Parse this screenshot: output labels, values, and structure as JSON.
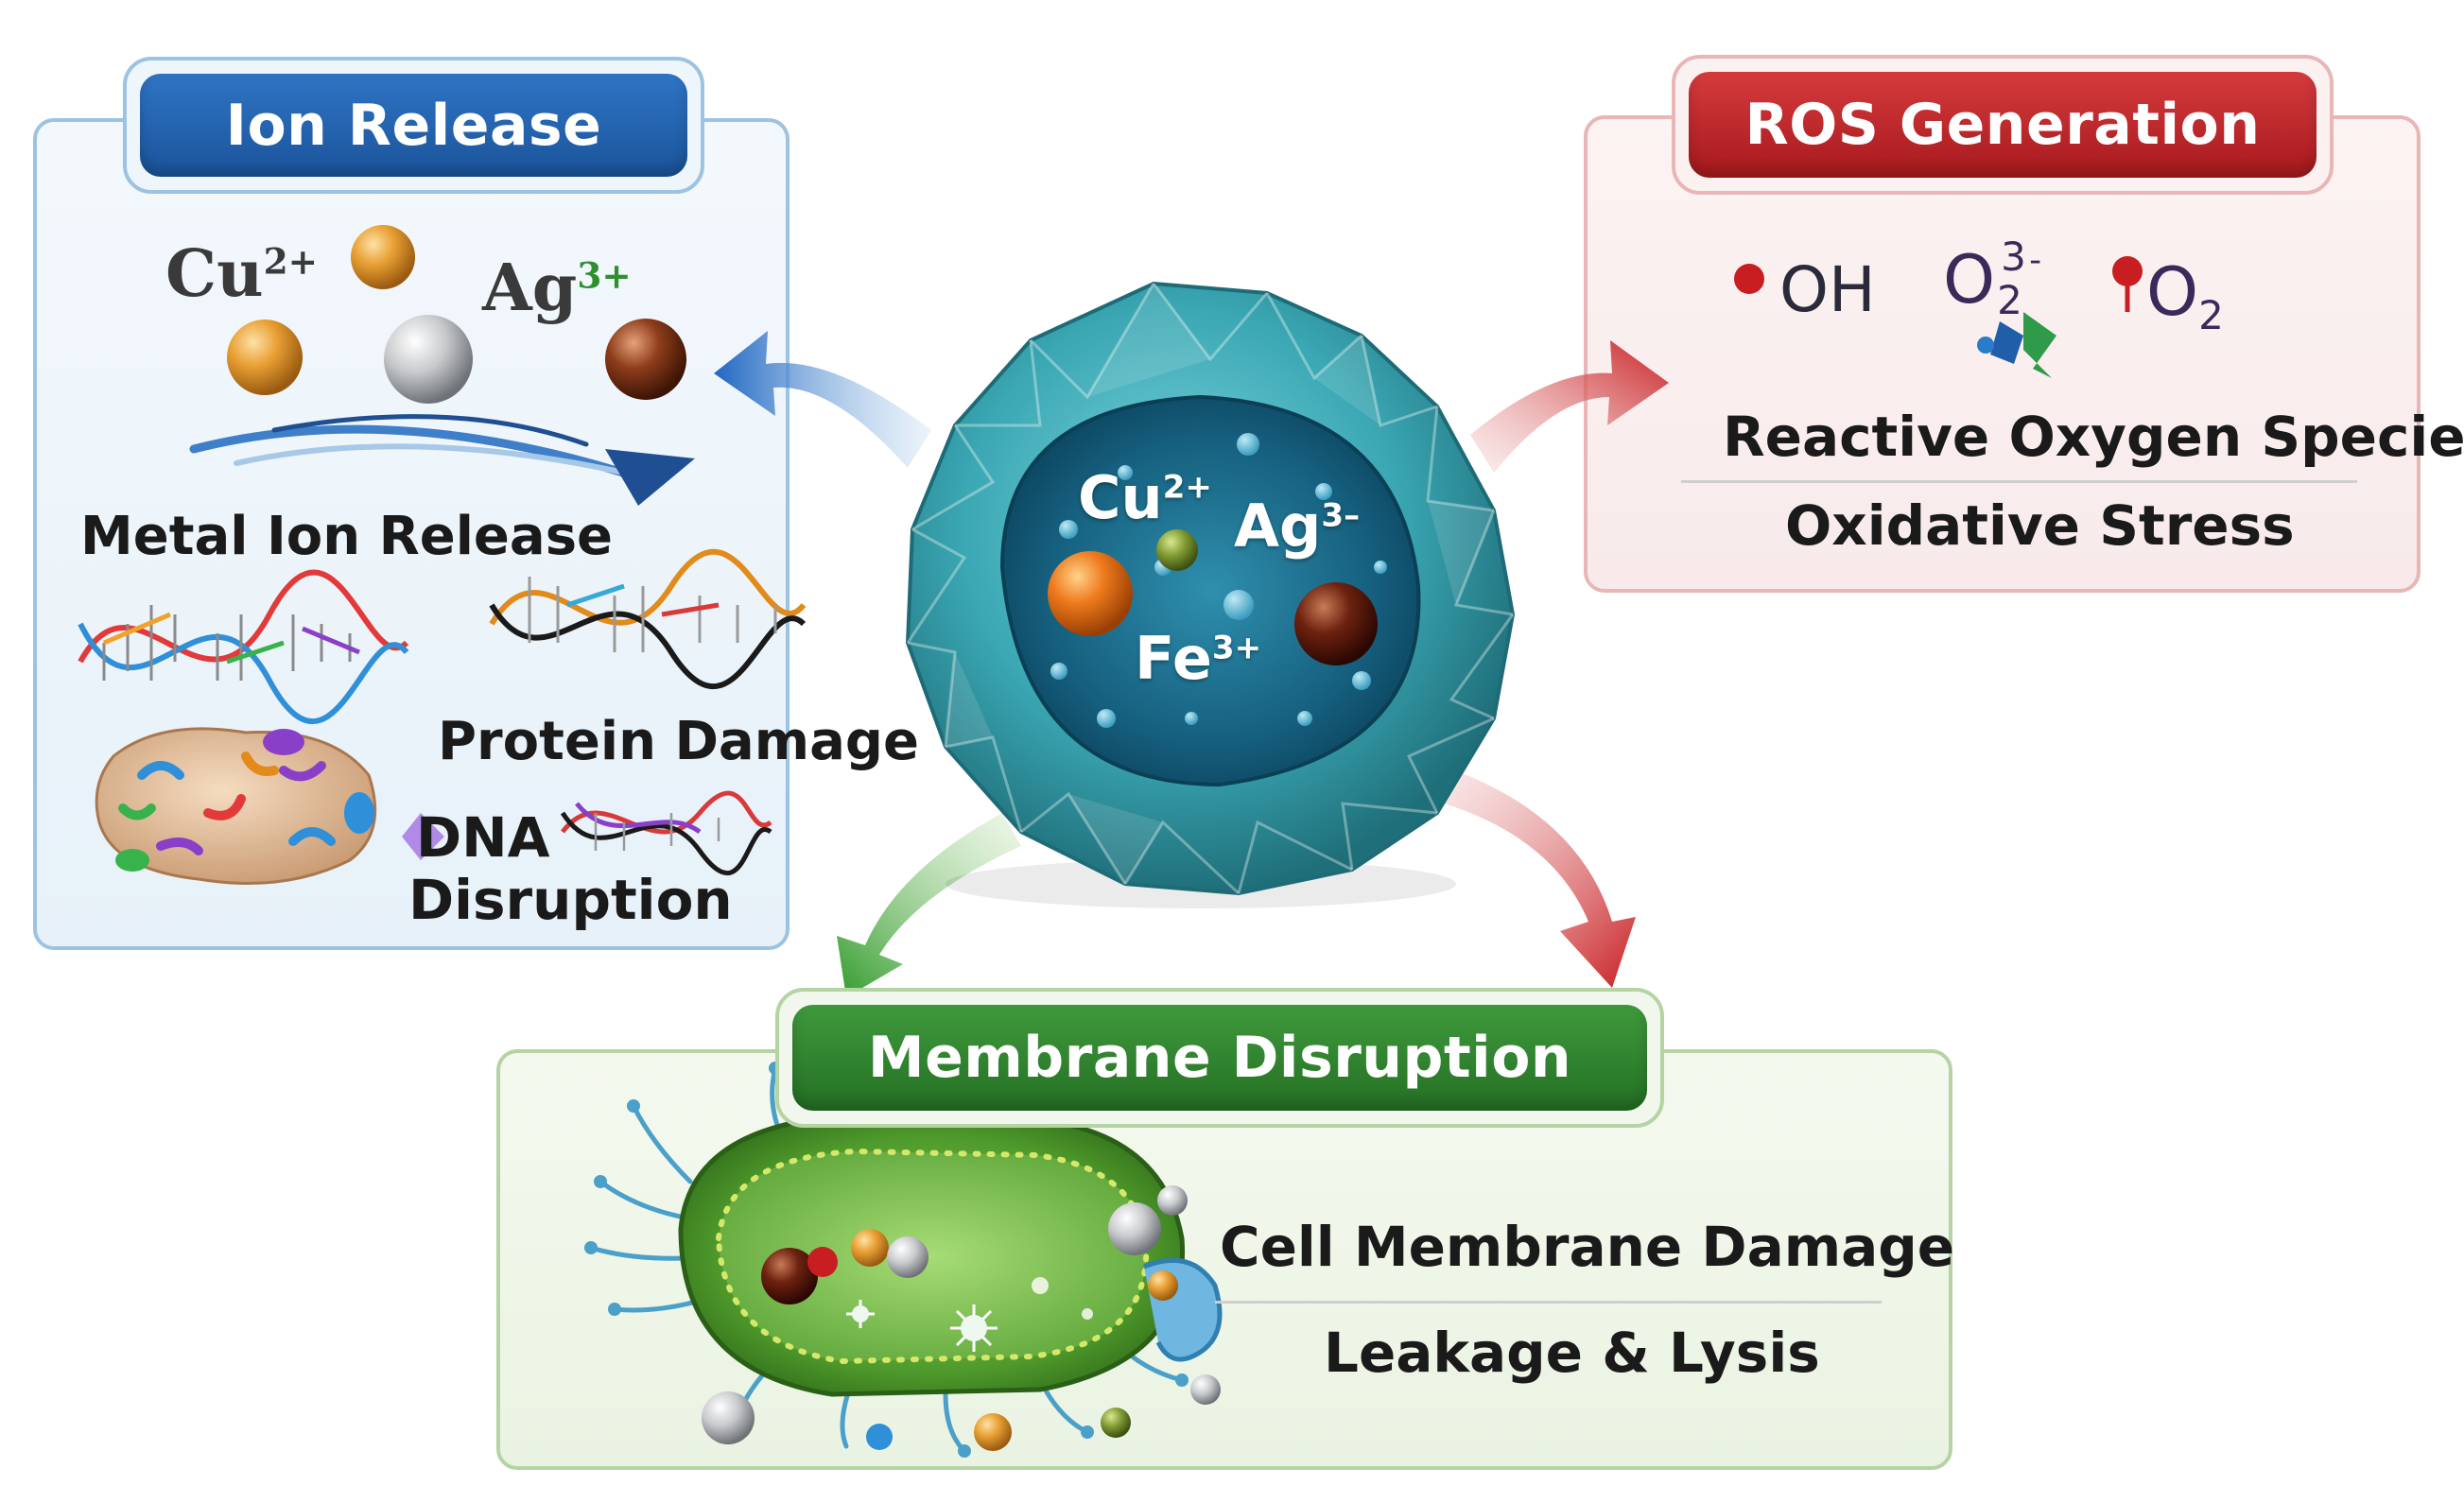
{
  "panels": {
    "ion_release": {
      "title": "Ion Release",
      "ion_cu_symbol": "Cu",
      "ion_cu_charge": "2+",
      "ion_ag_symbol": "Ag",
      "ion_ag_charge": "3+",
      "label_metal": "Metal Ion Release",
      "label_protein": "Protein Damage",
      "label_dna_1": "DNA",
      "label_dna_2": "Disruption"
    },
    "ros_generation": {
      "title": "ROS Generation",
      "species_oh": "OH",
      "species_o2_superoxide_base": "O",
      "species_o2_superoxide_sup": "3",
      "species_o2_superoxide_sub": "2",
      "species_o2_superoxide_charge": "-",
      "species_o2_base": "O",
      "species_o2_sub": "2",
      "label_ros": "Reactive Oxygen Species",
      "label_stress": "Oxidative Stress"
    },
    "membrane_disruption": {
      "title": "Membrane Disruption",
      "label_damage": "Cell Membrane Damage",
      "label_leakage": "Leakage & Lysis"
    }
  },
  "nanoparticle": {
    "ion_cu_symbol": "Cu",
    "ion_cu_charge": "2+",
    "ion_ag_symbol": "Ag",
    "ion_ag_charge": "3–",
    "ion_fe_symbol": "Fe",
    "ion_fe_charge": "3+"
  },
  "colors": {
    "ion_release": "#1f5ea8",
    "ros_generation": "#c0272b",
    "membrane_disruption": "#2f8a2f",
    "nanoparticle": "#3aa7b3"
  }
}
